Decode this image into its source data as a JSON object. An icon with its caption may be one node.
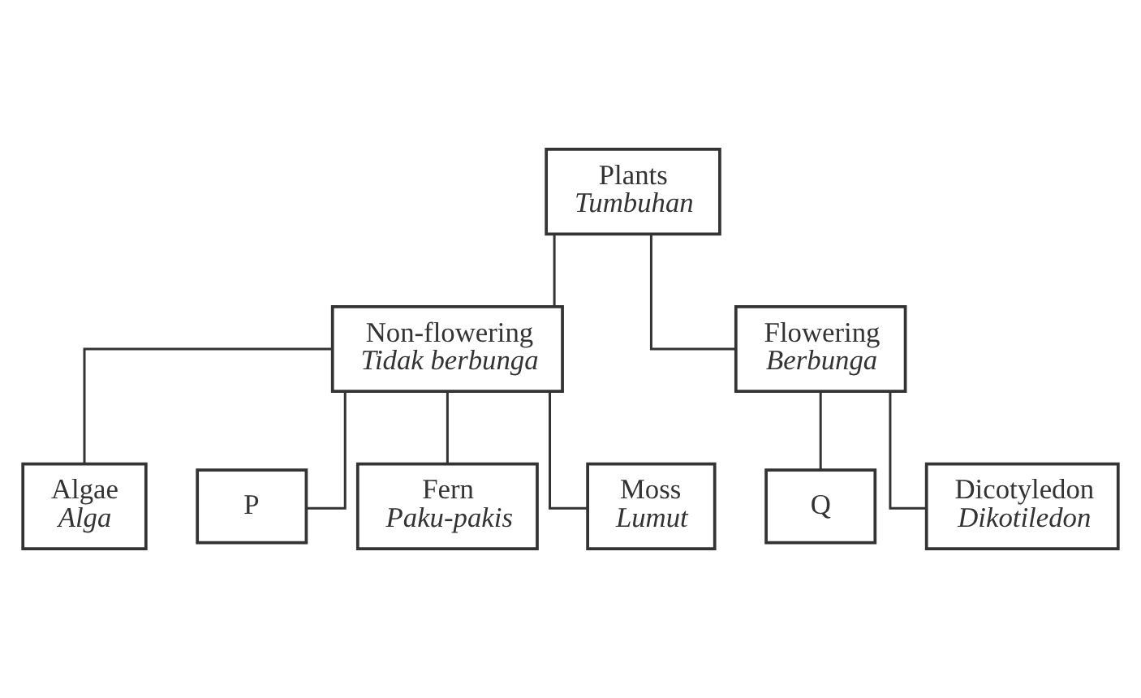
{
  "diagram": {
    "nodes": [
      {
        "text": [
          "Plants",
          "Tumbuhan"
        ]
      },
      {
        "text": [
          "Non-flowering",
          "Tidak berbunga"
        ]
      },
      {
        "text": [
          "Flowering",
          "Berbunga"
        ]
      },
      {
        "text": [
          "Algae",
          "Alga"
        ]
      },
      {
        "text": [
          "P"
        ]
      },
      {
        "text": [
          "Fern",
          "Paku-pakis"
        ]
      },
      {
        "text": [
          "Moss",
          "Lumut"
        ]
      },
      {
        "text": [
          "Q"
        ]
      },
      {
        "text": [
          "Dicotyledon",
          "Dikotiledon"
        ]
      }
    ],
    "edges": [
      {
        "from": 0,
        "to": 1,
        "arrow": "none"
      },
      {
        "from": 0,
        "to": 2,
        "arrow": "none"
      },
      {
        "from": 1,
        "to": 3,
        "arrow": "none"
      },
      {
        "from": 1,
        "to": 4,
        "arrow": "none"
      },
      {
        "from": 1,
        "to": 5,
        "arrow": "none"
      },
      {
        "from": 1,
        "to": 6,
        "arrow": "none"
      },
      {
        "from": 2,
        "to": 7,
        "arrow": "none"
      },
      {
        "from": 2,
        "to": 8,
        "arrow": "none"
      }
    ]
  }
}
